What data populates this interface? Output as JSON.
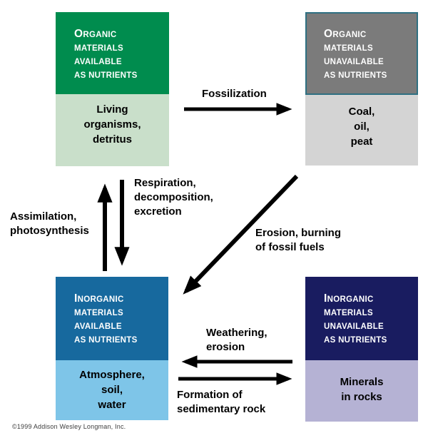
{
  "boxes": [
    {
      "id": "organic-available",
      "header": {
        "initial": "O",
        "rest": "RGANIC",
        "lines": "MATERIALS\nAVAILABLE\nAS NUTRIENTS"
      },
      "body": "Living\norganisms,\ndetritus",
      "header_bg": "#008C4E",
      "body_bg": "#C9DFCA"
    },
    {
      "id": "organic-unavailable",
      "header": {
        "initial": "O",
        "rest": "RGANIC",
        "lines": "MATERIALS\nUNAVAILABLE\nAS NUTRIENTS"
      },
      "body": "Coal,\noil,\npeat",
      "header_bg": "#7B7B7B",
      "body_bg": "#D4D4D4",
      "header_border": "#2F7082"
    },
    {
      "id": "inorganic-available",
      "header": {
        "initial": "I",
        "rest": "NORGANIC",
        "lines": "MATERIALS\nAVAILABLE\nAS NUTRIENTS"
      },
      "body": "Atmosphere,\nsoil,\nwater",
      "header_bg": "#17699E",
      "body_bg": "#7EC5E8"
    },
    {
      "id": "inorganic-unavailable",
      "header": {
        "initial": "I",
        "rest": "NORGANIC",
        "lines": "MATERIALS\nUNAVAILABLE\nAS NUTRIENTS"
      },
      "body": "Minerals\nin rocks",
      "header_bg": "#191C60",
      "body_bg": "#B5B2D4"
    }
  ],
  "labels": {
    "fossilization": "Fossilization",
    "respiration": "Respiration,\ndecomposition,\nexcretion",
    "assimilation": "Assimilation,\nphotosynthesis",
    "erosion": "Erosion, burning\nof fossil fuels",
    "weathering": "Weathering,\nerosion",
    "formation": "Formation of\nsedimentary rock"
  },
  "connections": [
    {
      "label": "Fossilization",
      "from": "organic-available",
      "to": "organic-unavailable"
    },
    {
      "label": "Respiration, decomposition, excretion",
      "from": "organic-available",
      "to": "inorganic-available"
    },
    {
      "label": "Assimilation, photosynthesis",
      "from": "inorganic-available",
      "to": "organic-available"
    },
    {
      "label": "Erosion, burning of fossil fuels",
      "from": "organic-unavailable",
      "to": "inorganic-available"
    },
    {
      "label": "Weathering, erosion",
      "from": "inorganic-unavailable",
      "to": "inorganic-available"
    },
    {
      "label": "Formation of sedimentary rock",
      "from": "inorganic-available",
      "to": "inorganic-unavailable"
    }
  ],
  "arrow_color": "#000000",
  "copyright": "©1999 Addison Wesley Longman, Inc."
}
